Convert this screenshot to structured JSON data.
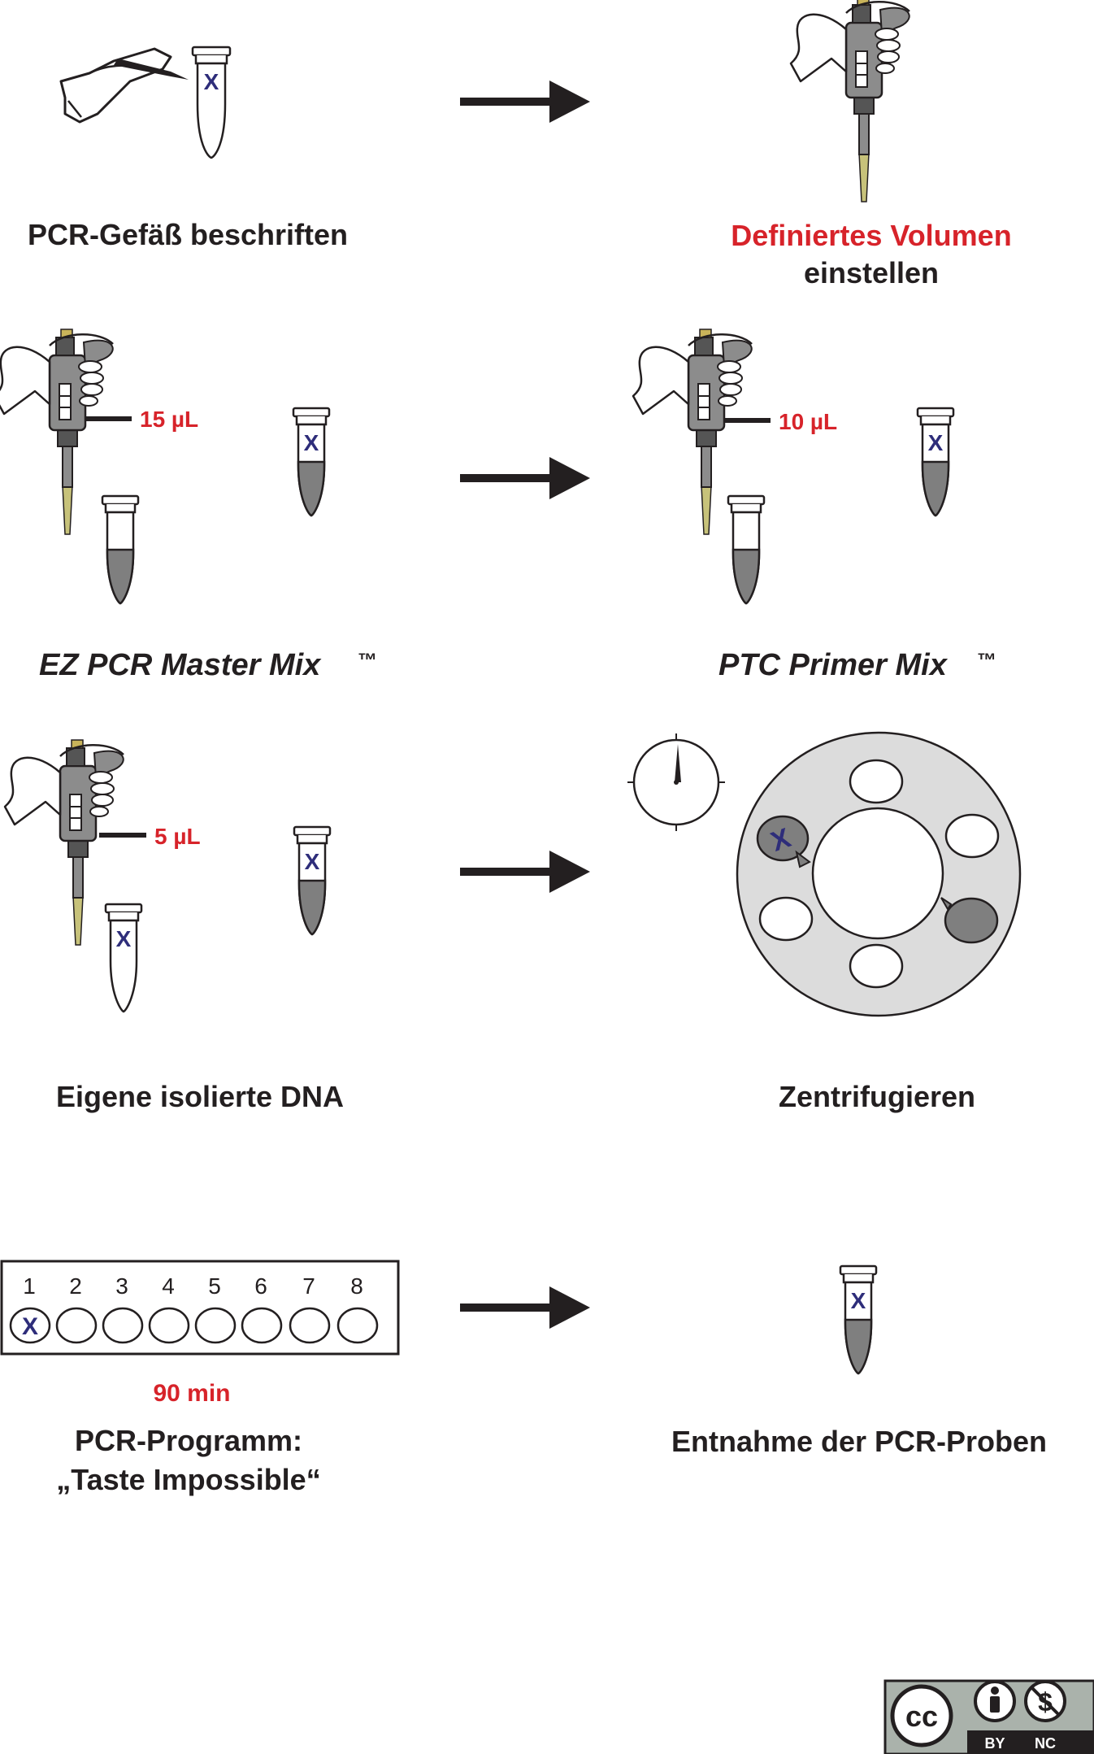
{
  "steps": [
    {
      "label": "PCR-Gefäß beschriften"
    },
    {
      "label_red": "Definiertes Volumen",
      "label": "einstellen"
    },
    {
      "volume": "15 µL",
      "label": "EZ PCR Master Mix",
      "tm": "™"
    },
    {
      "volume": "10 µL",
      "label": "PTC Primer Mix",
      "tm": "™"
    },
    {
      "volume": "5 µL",
      "label": "Eigene isolierte DNA"
    },
    {
      "label": "Zentrifugieren"
    },
    {
      "slots": [
        "1",
        "2",
        "3",
        "4",
        "5",
        "6",
        "7",
        "8"
      ],
      "duration": "90 min",
      "label_line1": "PCR-Programm:",
      "label_line2": "„Taste Impossible“"
    },
    {
      "label": "Entnahme der PCR-Proben"
    }
  ],
  "tube_mark": "X",
  "license": {
    "cc": "cc",
    "by": "BY",
    "nc": "NC"
  },
  "colors": {
    "text": "#231f20",
    "accent": "#d7232a",
    "mark": "#2e2d7a",
    "gray": "#7f7f7f",
    "rotor": "#dcdcdc"
  }
}
